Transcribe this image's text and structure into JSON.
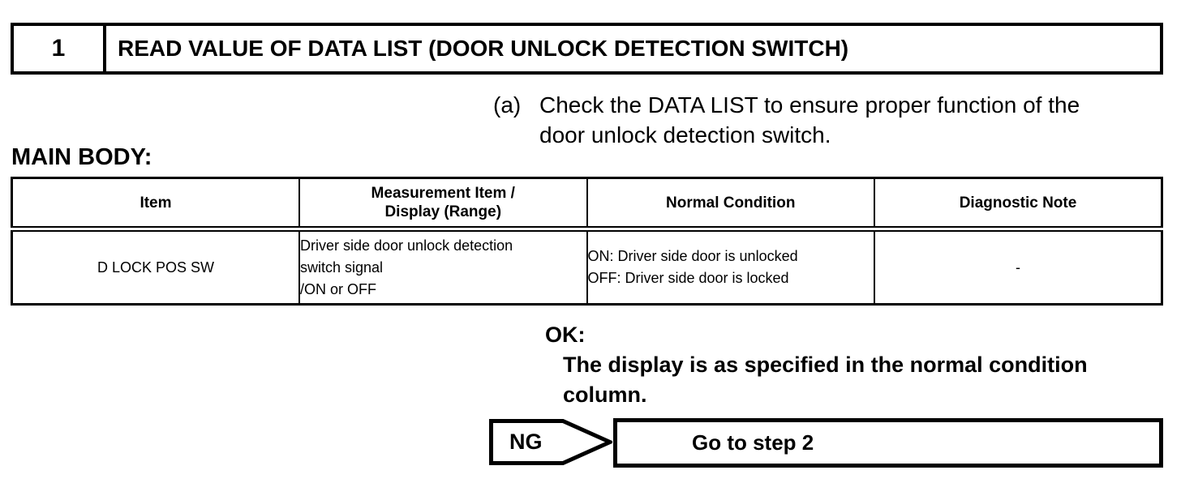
{
  "step": {
    "number": "1",
    "title": "READ VALUE OF DATA LIST (DOOR UNLOCK DETECTION SWITCH)"
  },
  "instruction": {
    "marker": "(a)",
    "text": "Check the DATA LIST to ensure proper function of the\ndoor unlock detection switch."
  },
  "section_label": "MAIN BODY:",
  "table": {
    "headers": [
      "Item",
      "Measurement Item /\nDisplay (Range)",
      "Normal Condition",
      "Diagnostic Note"
    ],
    "rows": [
      {
        "item": "D LOCK POS SW",
        "measurement": "Driver side door unlock detection\nswitch signal\n/ON or OFF",
        "normal_condition": "ON: Driver side door is unlocked\nOFF: Driver side door is locked",
        "diagnostic_note": "-"
      }
    ]
  },
  "result": {
    "ok_label": "OK:",
    "ok_text": "The display is as specified in the normal condition\ncolumn.",
    "ng_label": "NG",
    "ng_action": "Go to step 2"
  },
  "colors": {
    "ink": "#000000",
    "paper": "#ffffff"
  }
}
